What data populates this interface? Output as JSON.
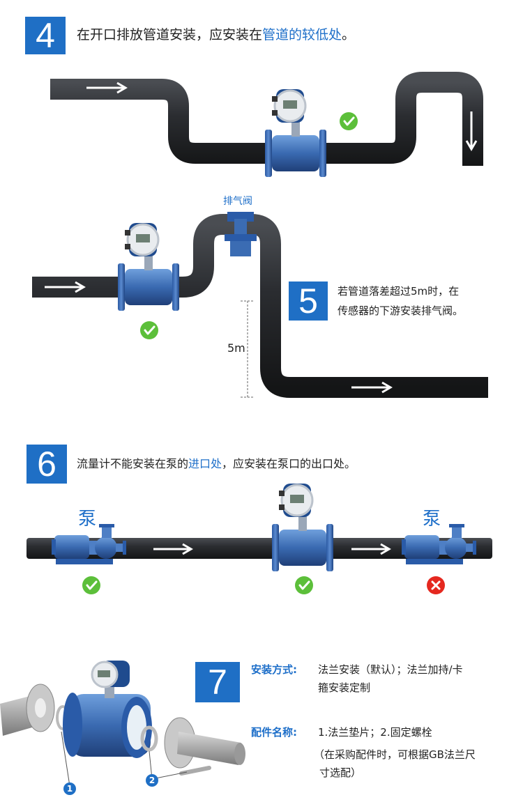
{
  "step4": {
    "number": "4",
    "text_before": "在开口排放管道安装，应安装在",
    "text_highlight": "管道的较低处",
    "text_after": "。"
  },
  "step5": {
    "number": "5",
    "line1": "若管道落差超过5m时，在",
    "line2": "传感器的下游安装排气阀。",
    "valve_label": "排气阀",
    "height_label": "5m"
  },
  "step6": {
    "number": "6",
    "text_before": "流量计不能安装在泵的",
    "text_highlight": "进口处",
    "text_after": "，应安装在泵口的出口处。",
    "pump_label_left": "泵",
    "pump_label_right": "泵"
  },
  "step7": {
    "number": "7",
    "mount_label": "安装方式:",
    "mount_line1": "法兰安装（默认）；法兰加持/卡",
    "mount_line2": "箍安装定制",
    "parts_label": "配件名称:",
    "parts_line1": "1.法兰垫片；2.固定螺栓",
    "parts_line2": "（在采购配件时，可根据GB法兰尺",
    "parts_line3": "寸选配）",
    "marker1": "1",
    "marker2": "2"
  },
  "colors": {
    "accent": "#1f6fc5",
    "pipe": "#2b2d31",
    "meter_body": "#3d6fb5",
    "ok": "#5cbf3a",
    "bad": "#e5281f"
  }
}
